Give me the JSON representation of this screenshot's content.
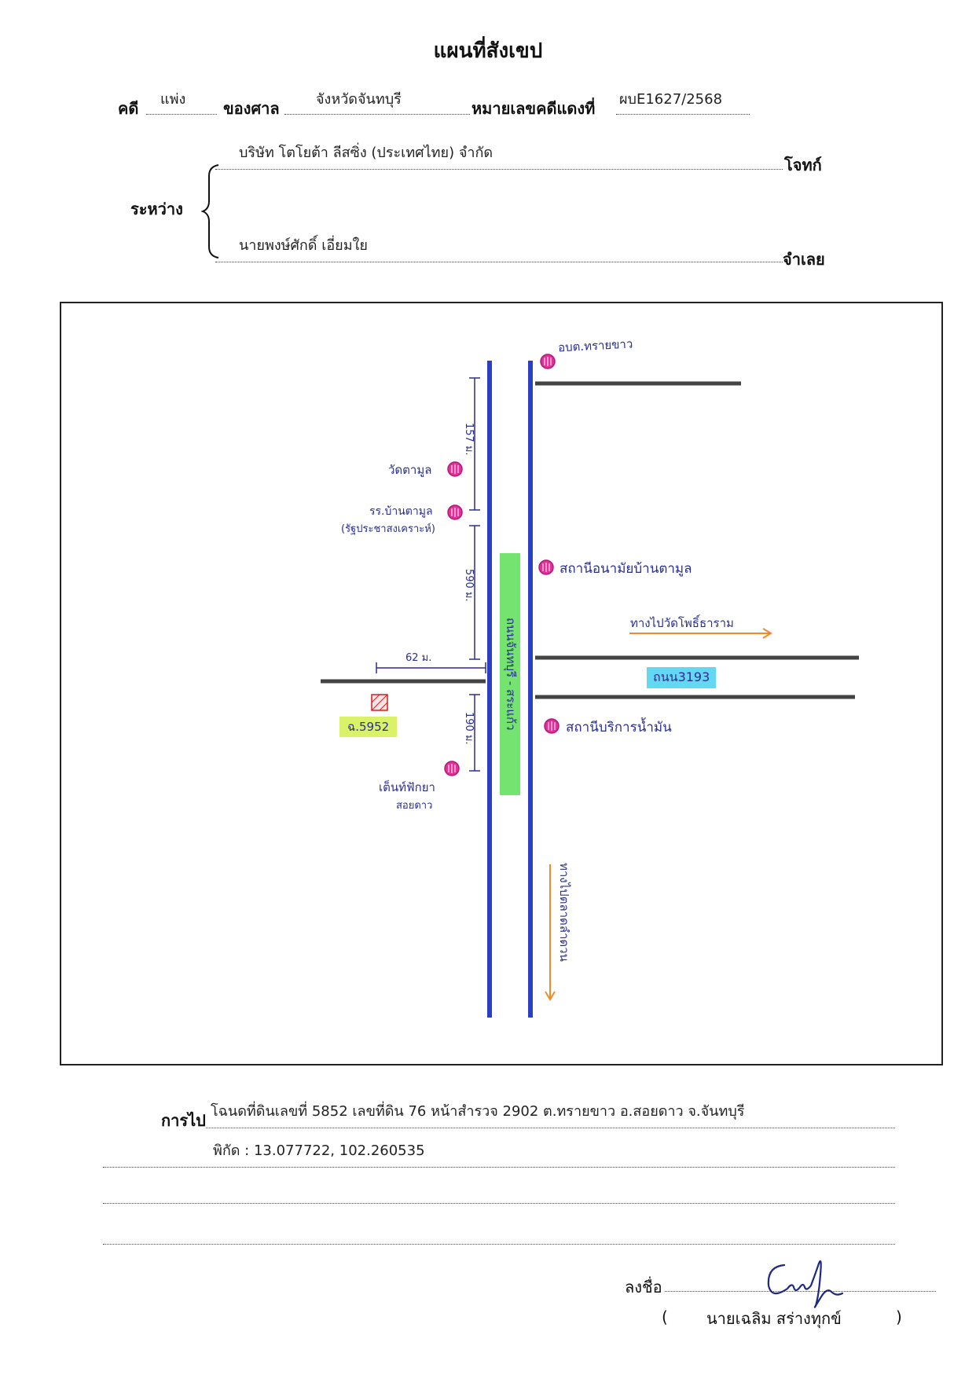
{
  "title": "แผนที่สังเขป",
  "case": {
    "label_case": "คดี",
    "case_type": "แพ่ง",
    "label_court": "ของศาล",
    "court": "จังหวัดจันทบุรี",
    "label_red_no": "หมายเลขคดีแดงที่",
    "red_no": "ผบE1627/2568"
  },
  "parties": {
    "between": "ระหว่าง",
    "plaintiff": "บริษัท โตโยต้า ลีสซิ่ง (ประเทศไทย) จำกัด",
    "plaintiff_role": "โจทก์",
    "defendant": "นายพงษ์ศักดิ์ เอี่ยมใย",
    "defendant_role": "จำเลย"
  },
  "map": {
    "ink_color": "#2a2f8e",
    "road_color": "#2a3fc4",
    "marker_color": "#e0309a",
    "labels": {
      "sao": "อบต.ทรายขาว",
      "temple": "วัดตามูล",
      "school": "รร.บ้านตามูล",
      "school_sub": "(รัฐประชาสงเคราะห์)",
      "health_station": "สถานีอนามัยบ้านตามูล",
      "to_temple": "ทางไปวัดโพธิ์ธาราม",
      "road_3193": "ถนน3193",
      "gas_station": "สถานีบริการน้ำมัน",
      "plot": "ฉ.5952",
      "tent_shop": "เต็นท์ฟักยา",
      "tent_shop_sub": "สอยดาว",
      "main_road": "ถนนจันทบุรี - สระแก้ว",
      "to_south": "ทางไปตลาดลำดวน",
      "dist_top": "157 ม.",
      "dist_mid": "590 ม.",
      "dist_bottom": "190 ม.",
      "dist_west": "62 ม."
    }
  },
  "directions": {
    "label": "การไป",
    "line1": "โฉนดที่ดินเลขที่ 5852 เลขที่ดิน 76 หน้าสำรวจ 2902 ต.ทรายขาว อ.สอยดาว จ.จันทบุรี",
    "line2": "พิกัด : 13.077722, 102.260535"
  },
  "signature": {
    "label": "ลงชื่อ",
    "open": "(",
    "name": "นายเฉลิม สร่างทุกข์",
    "close": ")"
  }
}
